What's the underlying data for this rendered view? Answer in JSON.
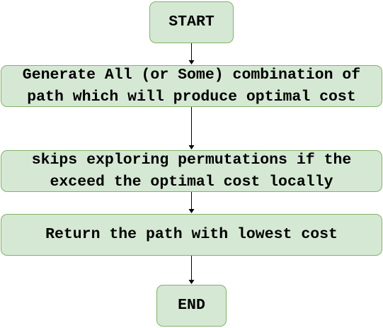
{
  "flowchart": {
    "start_label": "START",
    "step1_label": "Generate All (or Some) combination of\npath which will produce optimal cost",
    "step2_label": "skips exploring permutations if the\nexceed the optimal cost locally",
    "step3_label": "Return the path with lowest cost",
    "end_label": "END"
  },
  "colors": {
    "node_fill": "#d5e8d4",
    "node_border": "#82b366",
    "arrow": "#000000",
    "text": "#000000"
  }
}
